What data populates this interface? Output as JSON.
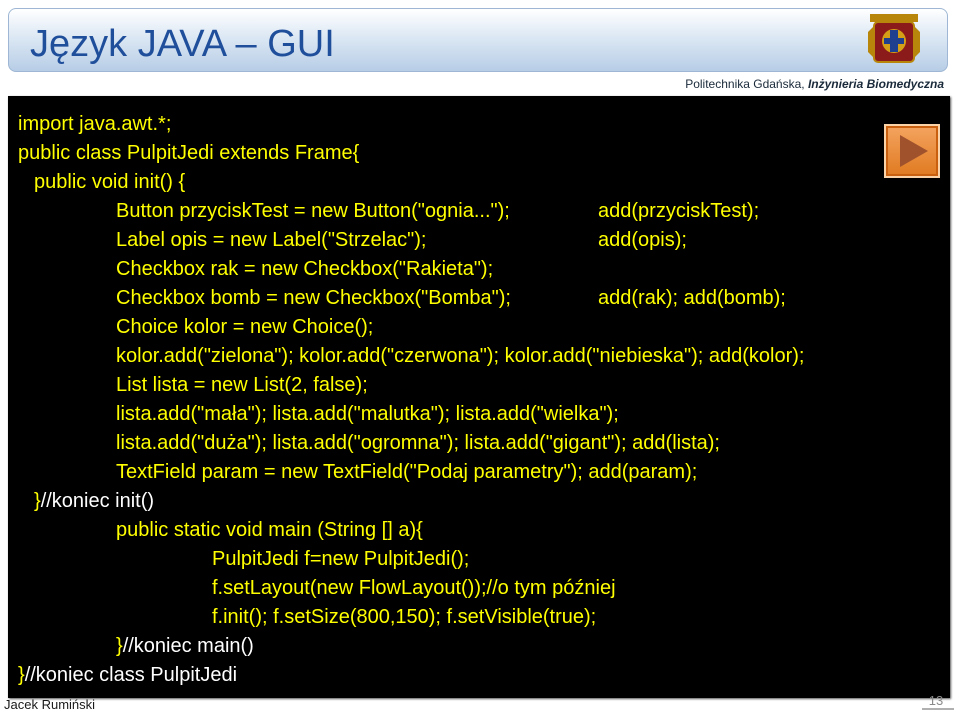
{
  "header": {
    "title": "Język JAVA – GUI",
    "institution": "Politechnika Gdańska, ",
    "institution_faculty": "Inżynieria Biomedyczna",
    "logo_icon": "university-crest-icon"
  },
  "code": {
    "l01": "import java.awt.*;",
    "l02": "public class PulpitJedi extends Frame{",
    "l03": "public void init() {",
    "l04": "Button przyciskTest = new Button(\"ognia...\");",
    "l04b": "add(przyciskTest);",
    "l05": "Label opis = new Label(\"Strzelac\");",
    "l05b": "add(opis);",
    "l06": "Checkbox rak = new Checkbox(\"Rakieta\");",
    "l07": "Checkbox bomb = new Checkbox(\"Bomba\");",
    "l07b": "add(rak); add(bomb);",
    "l08": "Choice kolor = new Choice();",
    "l09": "kolor.add(\"zielona\");   kolor.add(\"czerwona\");   kolor.add(\"niebieska\"); add(kolor);",
    "l10": "List lista = new List(2, false);",
    "l11": "lista.add(\"mała\");    lista.add(\"malutka\");  lista.add(\"wielka\");",
    "l12": "lista.add(\"duża\");    lista.add(\"ogromna\");  lista.add(\"gigant\");  add(lista);",
    "l13": "TextField param = new TextField(\"Podaj parametry\");  add(param);",
    "l14a": "}",
    "l14b": "//koniec init()",
    "l15": "public static void main (String [] a){",
    "l16": "PulpitJedi f=new PulpitJedi();",
    "l17": "f.setLayout(new FlowLayout());//o tym później",
    "l18": "f.init();    f.setSize(800,150);   f.setVisible(true);",
    "l19a": "}",
    "l19b": "//koniec main()",
    "l20a": "}",
    "l20b": "//koniec class PulpitJedi"
  },
  "play_button_icon": "play-icon",
  "footer": {
    "author": "Jacek Rumiński",
    "page_number": "13"
  },
  "colors": {
    "code_background": "#000000",
    "keyword_text": "#ffff00",
    "body_text": "#ffffff",
    "title_text": "#1f4e9b",
    "play_button": "#e88a2e"
  }
}
